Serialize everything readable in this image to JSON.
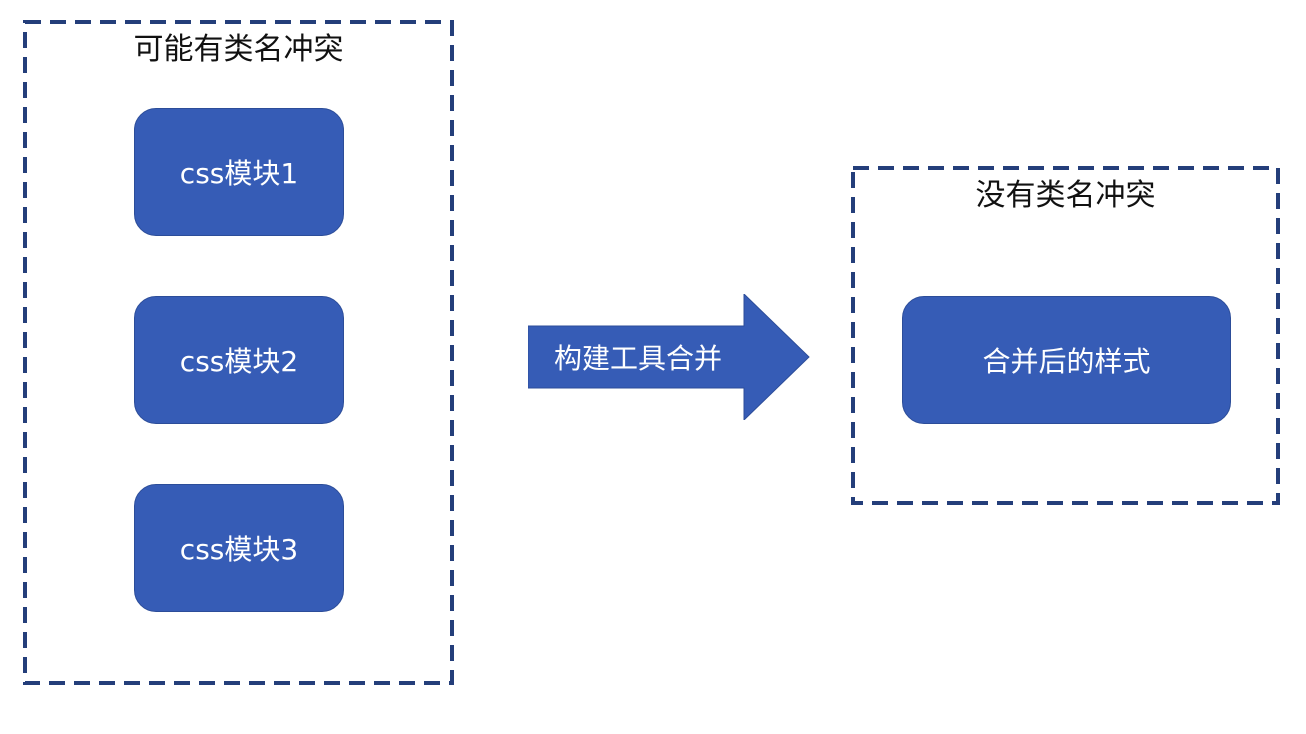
{
  "colors": {
    "node_fill": "#365CB6",
    "dash_border": "#243E7A",
    "node_text": "#FFFFFF",
    "title_text": "#111111"
  },
  "left_group": {
    "title": "可能有类名冲突",
    "modules": [
      {
        "label": "css模块1"
      },
      {
        "label": "css模块2"
      },
      {
        "label": "css模块3"
      }
    ]
  },
  "arrow": {
    "label": "构建工具合并"
  },
  "right_group": {
    "title": "没有类名冲突",
    "result": {
      "label": "合并后的样式"
    }
  }
}
